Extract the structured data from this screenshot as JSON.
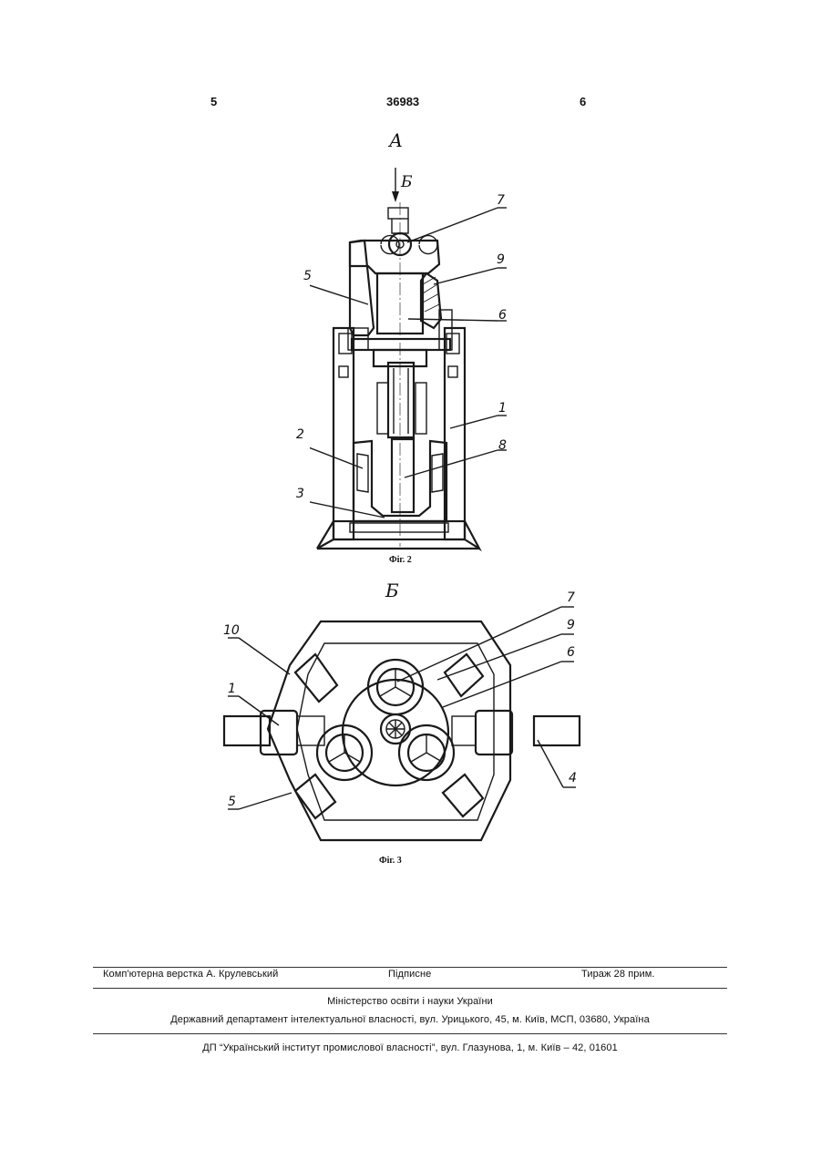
{
  "header": {
    "left_page": "5",
    "patent_number": "36983",
    "right_page": "6"
  },
  "figure2": {
    "view_label": "А",
    "arrow_label": "Б",
    "caption": "Фіг. 2",
    "callouts": [
      "7",
      "9",
      "5",
      "6",
      "1",
      "2",
      "8",
      "3"
    ]
  },
  "figure3": {
    "view_label": "Б",
    "caption": "Фіг. 3",
    "callouts": [
      "7",
      "9",
      "10",
      "6",
      "1",
      "4",
      "5"
    ]
  },
  "footer": {
    "layout_credit": "Комп'ютерна верстка А. Крулевський",
    "subscription": "Підписне",
    "circulation": "Тираж 28 прим.",
    "ministry": "Міністерство освіти і науки України",
    "department": "Державний департамент інтелектуальної власності, вул. Урицького, 45, м. Київ, МСП, 03680, Україна",
    "institute": "ДП “Український інститут промислової власності”, вул. Глазунова, 1, м. Київ – 42, 01601"
  }
}
